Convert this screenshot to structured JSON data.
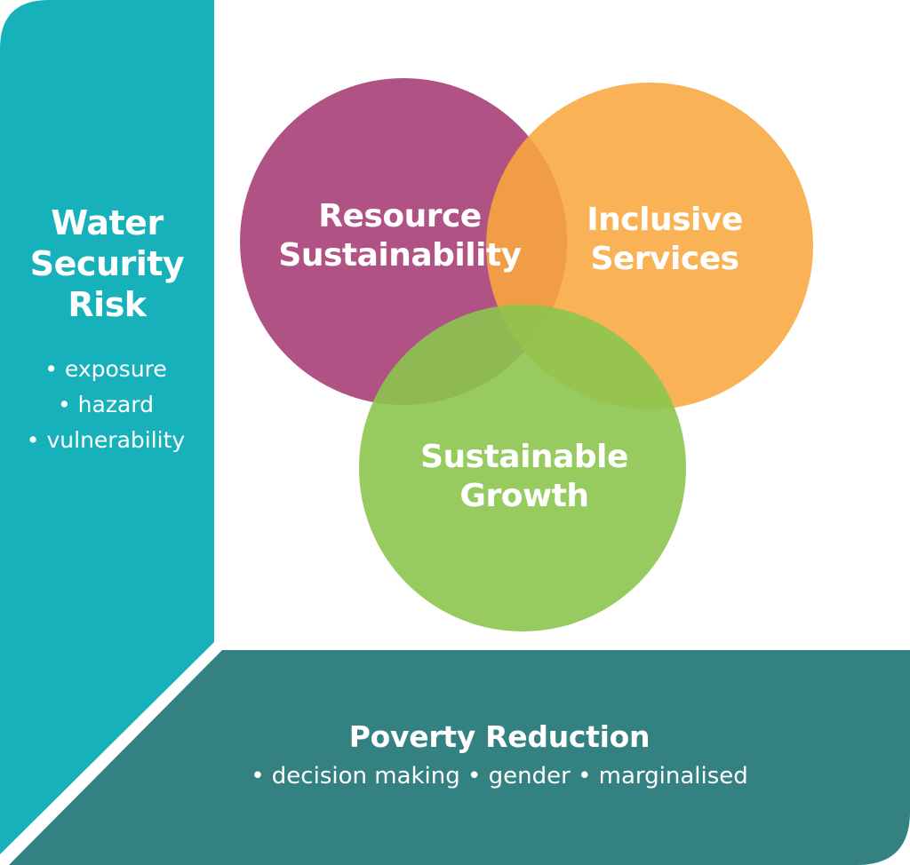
{
  "colors": {
    "left_panel": "#17b1bc",
    "bottom_panel": "#338281",
    "circle_resource": "#a9447a",
    "circle_inclusive": "#f8a73d",
    "circle_growth": "#8cc54e",
    "text": "#ffffff",
    "background": "#ffffff"
  },
  "left_panel": {
    "title_lines": [
      "Water",
      "Security",
      "Risk"
    ],
    "bullets": [
      "• exposure",
      "• hazard",
      "• vulnerability"
    ]
  },
  "circles": [
    {
      "id": "resource",
      "lines": [
        "Resource",
        "Sustainability"
      ]
    },
    {
      "id": "inclusive",
      "lines": [
        "Inclusive",
        "Services"
      ]
    },
    {
      "id": "growth",
      "lines": [
        "Sustainable",
        "Growth"
      ]
    }
  ],
  "bottom_panel": {
    "title": "Poverty Reduction",
    "bullets": "• decision making • gender  • marginalised"
  }
}
